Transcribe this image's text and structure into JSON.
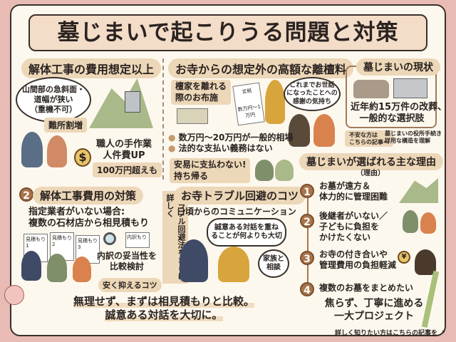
{
  "title": "墓じまいで起こりうる問題と対策",
  "section1": {
    "heading": "解体工事の費用想定以上",
    "bubble": [
      "山間部の急斜面・",
      "道幅が狭い",
      "（重機不可）"
    ],
    "tag": "難所割増",
    "points": [
      "職人の手作業",
      "人件費UP"
    ],
    "cost": "100万円超えも",
    "money_bag_symbol": "$"
  },
  "section2": {
    "heading": "お寺からの想定外の高額な離檀料",
    "label": [
      "檀家を離れる",
      "際のお布施"
    ],
    "document_title": "言紙",
    "document_amount": "数万円～1万円",
    "bubble": [
      "これまでお世話",
      "になったことへの",
      "感謝の気持ち"
    ],
    "bullets": [
      "数万円～20万円が一般的相場",
      "法的な支払い義務はない"
    ],
    "advice": [
      "安易に支払わない!",
      "持ち帰る"
    ]
  },
  "section3": {
    "heading": "墓じまいの現状",
    "text": [
      "近年約15万件の改葬、",
      "一般的な選択肢"
    ],
    "link_arrow": [
      "不安な方は",
      "こちらの記事へ"
    ],
    "link_text": [
      "墓じまいの役所手続き",
      "詳用な構造を理解"
    ]
  },
  "section4": {
    "number": "2",
    "heading": "解体工事費用の対策",
    "text": [
      "指定業者がいない場合:",
      "複数の石材店から相見積もり"
    ],
    "estimates": [
      "見積もり1",
      "見積もり2",
      "見積もり3"
    ],
    "breakdown_doc": "内訳もり",
    "compare": [
      "内訳の妥当性を",
      "比較検討"
    ],
    "tag": "安く抑えるコツ",
    "vertical_arrow": "トラブル回避法をさらに詳しく"
  },
  "section5": {
    "heading": "お寺トラブル回避のコツ",
    "subheading": "日頃からのコミュニケーション",
    "bubble1": [
      "誠意ある対話を重ね",
      "ることが何よりも大切"
    ],
    "bubble2": [
      "家族と",
      "相談"
    ]
  },
  "section6": {
    "heading": "墓じまいが選ばれる主な理由",
    "sublabel": "（理由）",
    "reasons": [
      {
        "num": "1",
        "lines": [
          "お墓が遠方＆",
          "体力的に管理困難"
        ]
      },
      {
        "num": "2",
        "lines": [
          "後継者がいない／",
          "子どもに負担を",
          "かけたくない"
        ]
      },
      {
        "num": "3",
        "lines": [
          "お寺の付き合いや",
          "管理費用の負担軽減"
        ]
      },
      {
        "num": "4",
        "lines": [
          "複数のお墓をまとめたい"
        ]
      }
    ],
    "yen_symbol": "¥",
    "closing": [
      "焦らず、丁寧に進める",
      "一大プロジェクト"
    ]
  },
  "conclusion": [
    "無理せず、まずは相見積もりと比較。",
    "誠意ある対話を大切に。"
  ],
  "footer_link": "詳しく知りたい方はこちらの記事を",
  "colors": {
    "border_pink": "#e8bcb4",
    "panel": "#fdf8ee",
    "pill": "#ecd7b8",
    "number_badge": "#a9744a"
  }
}
